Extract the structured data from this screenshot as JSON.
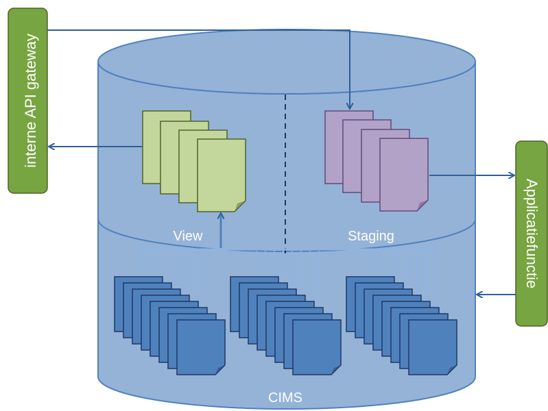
{
  "gateway_label": "interne API gateway",
  "applicatie_label": "Applicatiefunctie",
  "view_label": "View",
  "staging_label": "Staging",
  "cims_label": "CIMS",
  "colors": {
    "cylinder_fill": "#95b3d7",
    "cylinder_stroke": "#4f81bd",
    "arrow": "#2f5f96",
    "view_doc": "#c3d69b",
    "view_doc_stroke": "#4f6228",
    "staging_doc": "#b3a2c7",
    "staging_doc_stroke": "#604a7b",
    "cims_doc": "#4f81bd",
    "cims_doc_stroke": "#1f3864",
    "side_box": "#77a541",
    "side_box_stroke": "#4f6228",
    "connector": "#8eb4e3"
  }
}
